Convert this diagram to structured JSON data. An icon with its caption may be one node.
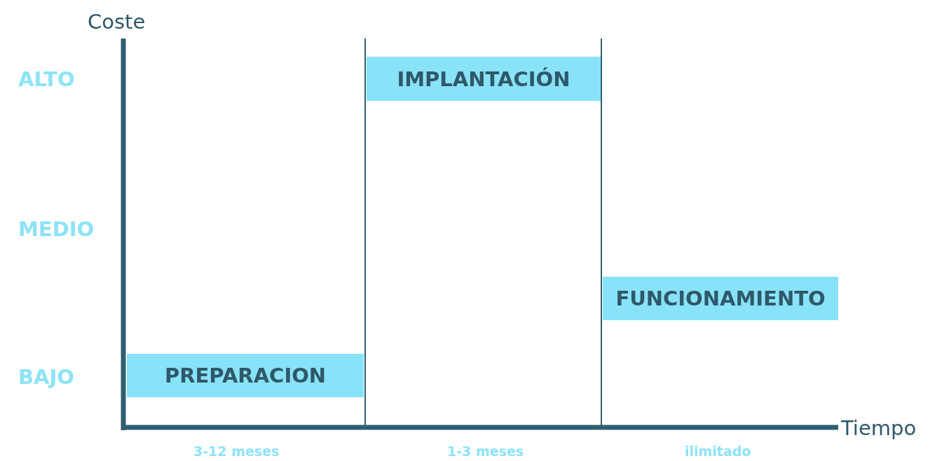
{
  "diagram": {
    "nodes": [
      {
        "text": [
          "IMPLANTACIÓN"
        ]
      },
      {
        "text": [
          "FUNCIONAMIENTO"
        ]
      },
      {
        "text": [
          "PREPARACION"
        ]
      }
    ],
    "edges": [],
    "labels": [
      "Coste",
      "ALTO",
      "MEDIO",
      "BAJO",
      "Tiempo",
      "3-12 meses",
      "1-3 meses",
      "ilimitado"
    ]
  }
}
